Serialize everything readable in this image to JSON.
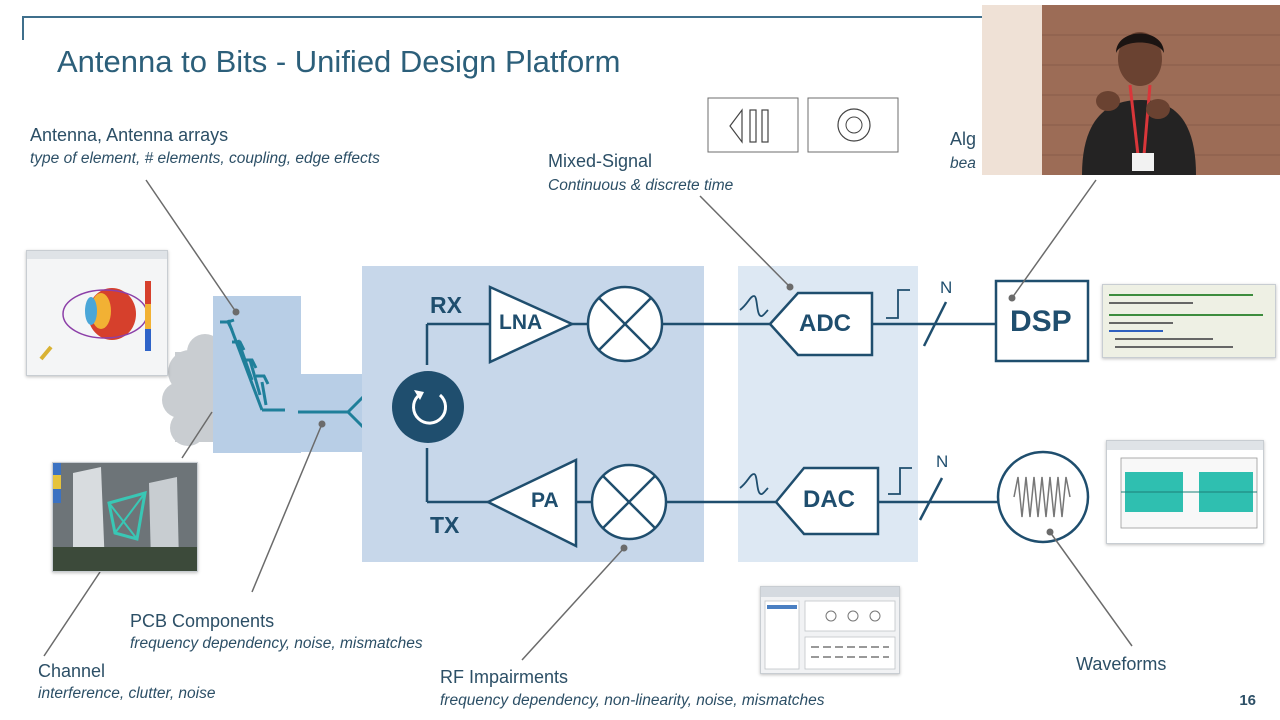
{
  "title": "Antenna to Bits - Unified Design Platform",
  "page_number": "16",
  "labels": {
    "antenna_title": "Antenna, Antenna arrays",
    "antenna_sub": "type of element, # elements, coupling, edge effects",
    "mixed_title": "Mixed-Signal",
    "mixed_sub": "Continuous & discrete time",
    "alg_title": "Alg",
    "alg_sub": "bea",
    "pcb_title": "PCB Components",
    "pcb_sub": "frequency dependency, noise, mismatches",
    "channel_title": "Channel",
    "channel_sub": "interference, clutter, noise",
    "rf_title": "RF Impairments",
    "rf_sub": "frequency dependency, non-linearity, noise, mismatches",
    "waveforms_title": "Waveforms"
  },
  "blocks": {
    "rx": "RX",
    "tx": "TX",
    "lna": "LNA",
    "pa": "PA",
    "adc": "ADC",
    "dac": "DAC",
    "dsp": "DSP",
    "n_top": "N",
    "n_bottom": "N"
  },
  "colors": {
    "accent": "#1f4e6e",
    "rf_box": "#c7d7ea",
    "mixed_box": "#dde8f3",
    "antenna_box": "#b8cee6"
  }
}
